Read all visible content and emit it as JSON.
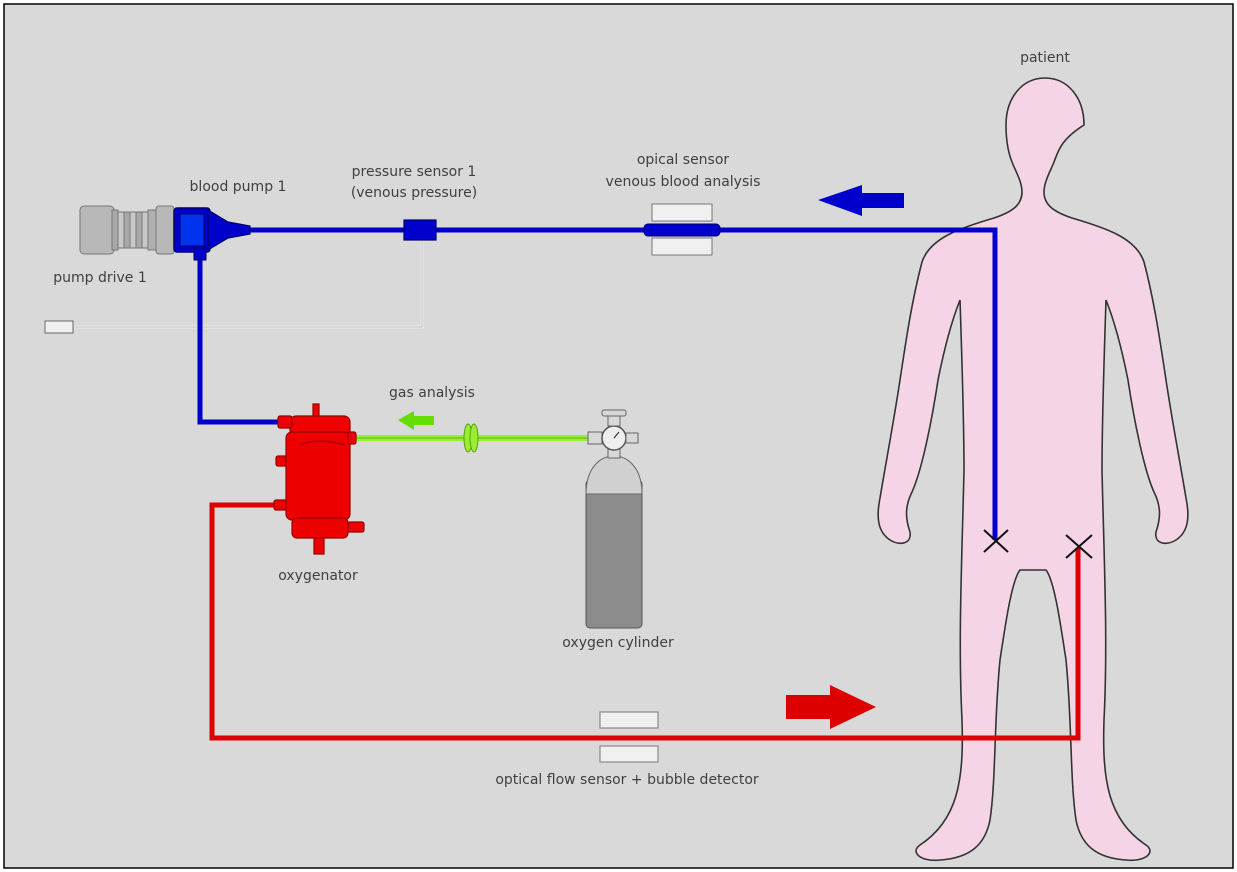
{
  "labels": {
    "patient": "patient",
    "blood_pump": "blood pump 1",
    "pressure_sensor_line1": "pressure sensor 1",
    "pressure_sensor_line2": "(venous pressure)",
    "optical_sensor_line1": "opical sensor",
    "optical_sensor_line2": "venous blood analysis",
    "pump_drive": "pump drive 1",
    "gas_analysis": "gas analysis",
    "oxygenator": "oxygenator",
    "oxygen_cylinder": "oxygen cylinder",
    "flow_sensor": "optical flow sensor + bubble detector"
  },
  "colors": {
    "background": "#d9d9d9",
    "venous_line": "#0000cc",
    "arterial_line": "#dd0000",
    "gas_line": "#99ee33",
    "patient_fill": "#f5d5e5",
    "cylinder": "#8c8c8c"
  }
}
